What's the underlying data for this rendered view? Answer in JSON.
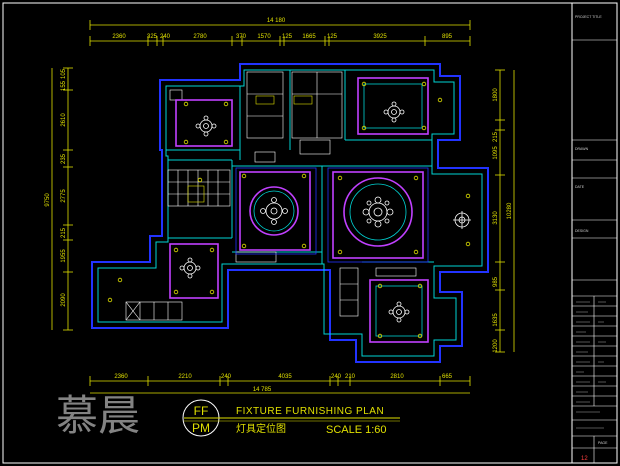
{
  "drawing": {
    "title_en": "FIXTURE FURNISHING PLAN",
    "title_cn": "灯具定位图",
    "scale": "SCALE 1:60",
    "code_top": "FF",
    "code_bottom": "PM",
    "watermark": "慕晨"
  },
  "dims_top": [
    "2360",
    "325",
    "240",
    "2780",
    "370",
    "1570",
    "125",
    "1665",
    "125",
    "3925",
    "895"
  ],
  "dim_top_total": "14 180",
  "dims_bottom": [
    "2360",
    "2210",
    "240",
    "4035",
    "240",
    "210",
    "2810",
    "665"
  ],
  "dim_bottom_total": "14 785",
  "dims_left": [
    "105",
    "155",
    "2610",
    "235",
    "2775",
    "215",
    "1955",
    "2090"
  ],
  "dim_left_total": "9750",
  "dims_right": [
    "1800",
    "215",
    "1095",
    "3130",
    "985",
    "1635",
    "1200"
  ],
  "dim_right_total": "10280",
  "title_block": {
    "header": "PROJECT TITLE",
    "rows": [
      "",
      "",
      "",
      "",
      "DRAWN",
      "DATE",
      "",
      "",
      "DESIGN",
      "",
      "",
      "",
      "",
      "",
      "",
      "",
      ""
    ],
    "sheet_no": "12",
    "sheet_label": "PAGE"
  },
  "colors": {
    "wall_outer": "#2233ff",
    "wall_inner": "#00d4d4",
    "ceiling": "#c040ff",
    "dim": "#e0e000",
    "fixture": "#ffffff",
    "frame": "#ffffff"
  }
}
